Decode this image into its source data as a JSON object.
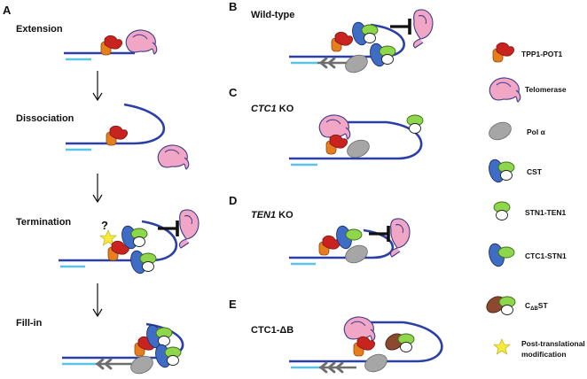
{
  "panels": {
    "A": {
      "letter": "A",
      "steps": {
        "extension": "Extension",
        "dissociation": "Dissociation",
        "termination": "Termination",
        "fillin": "Fill-in"
      },
      "question_mark": "?"
    },
    "B": {
      "letter": "B",
      "title": "Wild-type"
    },
    "C": {
      "letter": "C",
      "title_italic": "CTC1",
      "title_rest": " KO"
    },
    "D": {
      "letter": "D",
      "title_italic": "TEN1",
      "title_rest": " KO"
    },
    "E": {
      "letter": "E",
      "title": "CTC1-ΔB"
    }
  },
  "legend": {
    "tpp1_pot1": "TPP1-POT1",
    "telomerase": "Telomerase",
    "pol_alpha": "Pol α",
    "cst": "CST",
    "stn1_ten1": "STN1-TEN1",
    "ctc1_stn1": "CTC1-STN1",
    "cdbst_c": "C",
    "cdbst_sub": "ΔB",
    "cdbst_st": "ST",
    "ptm_line1": "Post-translational",
    "ptm_line2": "modification"
  },
  "colors": {
    "dna": "#2b3fa6",
    "complementary": "#5bc3e6",
    "tpp1": "#e87d1e",
    "pot1": "#c8231f",
    "telomerase": "#f2a6c6",
    "telomerase_stroke": "#3a3a8c",
    "pol_alpha": "#a6a6a6",
    "ctc1": "#3f6cc4",
    "stn1": "#8ed64b",
    "ten1": "#ffffff",
    "cdb": "#8b4a2f",
    "star": "#f5ea3a",
    "inhibit": "#111111"
  }
}
